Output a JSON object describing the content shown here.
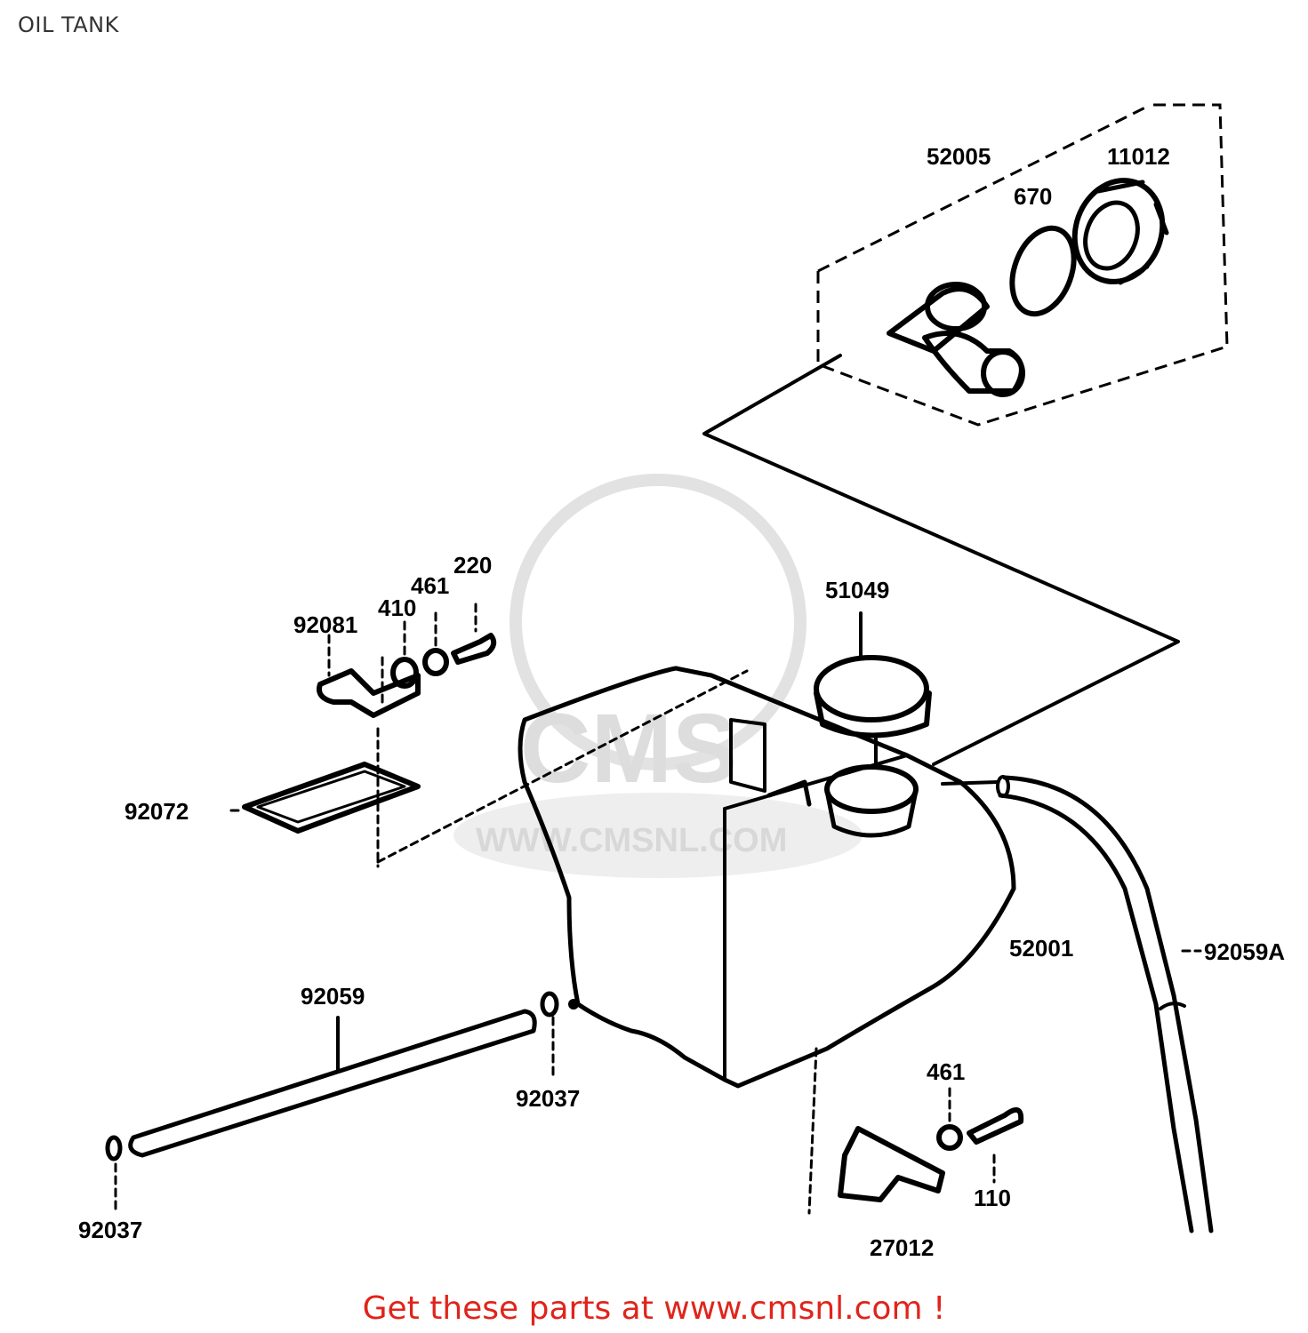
{
  "page": {
    "title": "OIL TANK"
  },
  "watermark": {
    "site": "WWW.CMSNL.COM",
    "logo": "CMS"
  },
  "parts": [
    {
      "id": "52005"
    },
    {
      "id": "11012"
    },
    {
      "id": "670"
    },
    {
      "id": "51049"
    },
    {
      "id": "220"
    },
    {
      "id": "461"
    },
    {
      "id": "410"
    },
    {
      "id": "92081"
    },
    {
      "id": "92072"
    },
    {
      "id": "52001"
    },
    {
      "id": "92059A"
    },
    {
      "id": "92059"
    },
    {
      "id": "92037"
    },
    {
      "id": "92037"
    },
    {
      "id": "461"
    },
    {
      "id": "110"
    },
    {
      "id": "27012"
    }
  ],
  "footer": {
    "text": "Get these parts at www.cmsnl.com !"
  },
  "colors": {
    "footer": "#e0241b",
    "line": "#000000",
    "watermark": "#d8d8d8"
  }
}
